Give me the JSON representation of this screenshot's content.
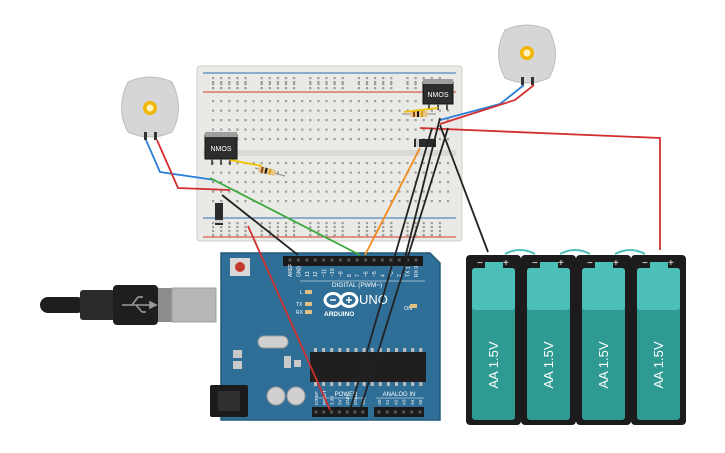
{
  "colors": {
    "background": "#ffffff",
    "breadboard": "#e9e9e6",
    "breadboard_rail_red": "#d33a2f",
    "breadboard_rail_blue": "#2e6fb5",
    "arduino": "#2f6f97",
    "arduino_dark": "#24597b",
    "battery": "#2f9a92",
    "battery_light": "#4cc0b8",
    "battery_case": "#1c1c1c",
    "motor_body": "#d6d6d6",
    "motor_sun": "#f2b705",
    "wire_red": "#d32f2f",
    "wire_blue": "#2b7fd8",
    "wire_black": "#222222",
    "wire_green": "#3aa83a",
    "wire_orange": "#f08a1c",
    "wire_yellow": "#f2c400"
  },
  "mosfets": [
    {
      "label": "NMOS"
    },
    {
      "label": "NMOS"
    }
  ],
  "arduino": {
    "brand": "ARDUINO",
    "model": "UNO",
    "digital_header": "DIGITAL (PWM~)",
    "power_label": "POWER",
    "analog_label": "ANALOG IN",
    "on_label": "ON",
    "tx": "TX",
    "rx": "RX",
    "l": "L",
    "digital_pins": [
      "AREF",
      "GND",
      "13",
      "12",
      "~11",
      "~10",
      "~9",
      "8",
      "7",
      "~6",
      "~5",
      "4",
      "~3",
      "2",
      "TX 1",
      "RX 0"
    ],
    "power_pins": [
      "IOREF",
      "RESET",
      "3.3V",
      "5V",
      "GND",
      "GND",
      "Vin"
    ],
    "analog_pins": [
      "A0",
      "A1",
      "A2",
      "A3",
      "A4",
      "A5"
    ]
  },
  "batteries": [
    {
      "label": "AA 1.5V",
      "minus": "−",
      "plus": "+"
    },
    {
      "label": "AA 1.5V",
      "minus": "−",
      "plus": "+"
    },
    {
      "label": "AA 1.5V",
      "minus": "−",
      "plus": "+"
    },
    {
      "label": "AA 1.5V",
      "minus": "−",
      "plus": "+"
    }
  ]
}
